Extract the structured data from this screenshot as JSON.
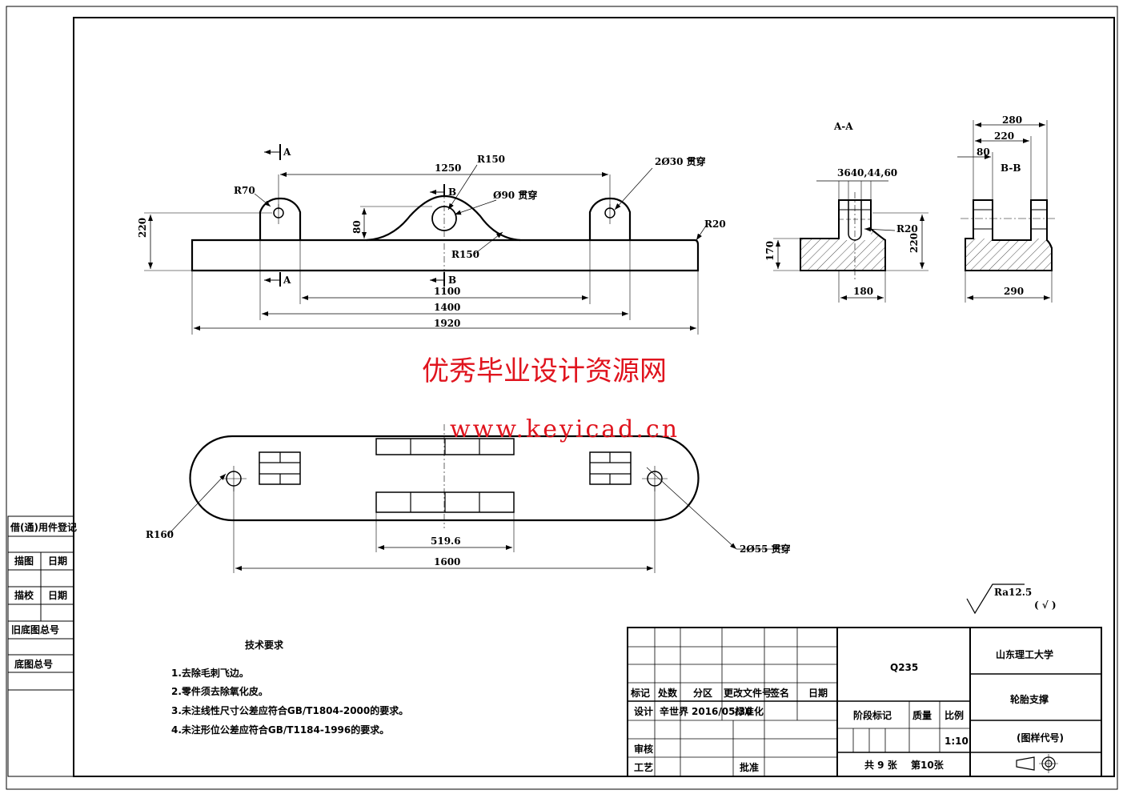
{
  "watermark": {
    "title": "优秀毕业设计资源网",
    "url": "www.keyicad.cn",
    "color": "#e0141e"
  },
  "front_view": {
    "section_a": "A",
    "section_b": "B",
    "dims": {
      "d1250": "1250",
      "r150_top": "R150",
      "r70": "R70",
      "hole_2d30": "2Ø30 贯穿",
      "hole_d90": "Ø90 贯穿",
      "d220": "220",
      "d80": "80",
      "r150_bot": "R150",
      "r20": "R20",
      "d1100": "1100",
      "d1400": "1400",
      "d1920": "1920"
    }
  },
  "section_aa": {
    "label": "A-A",
    "top_dims": "3640,44,60",
    "r20": "R20",
    "d170": "170",
    "d220": "220",
    "d180": "180"
  },
  "section_bb": {
    "label": "B-B",
    "d280": "280",
    "d220": "220",
    "d80": "80",
    "d290": "290"
  },
  "top_view": {
    "r160": "R160",
    "d519": "519.6",
    "d1600": "1600",
    "hole_2d55": "2Ø55 贯穿"
  },
  "left_strip": {
    "items": [
      "借(通)用件登记",
      "描图",
      "日期",
      "描校",
      "日期",
      "旧底图总号",
      "底图总号"
    ]
  },
  "roughness": {
    "value": "Ra12.5",
    "bracket": "( √ )"
  },
  "tech_req": {
    "title": "技术要求",
    "items": [
      "1.去除毛刺飞边。",
      "2.零件须去除氧化皮。",
      "3.未注线性尺寸公差应符合GB/T1804-2000的要求。",
      "4.未注形位公差应符合GB/T1184-1996的要求。"
    ]
  },
  "title_block": {
    "header": [
      "标记",
      "处数",
      "分区",
      "更改文件号",
      "签名",
      "日期"
    ],
    "design_row": [
      "设计",
      "辛世界",
      "2016/05/30",
      "标准化"
    ],
    "review": "审核",
    "process": "工艺",
    "approve": "批准",
    "material": "Q235",
    "school": "山东理工大学",
    "part_name": "轮胎支撑",
    "drawing_code": "(图样代号)",
    "stage": "阶段标记",
    "mass": "质量",
    "scale_label": "比例",
    "scale": "1:10",
    "sheets_total": "共 9 张",
    "sheet_no": "第10张"
  }
}
